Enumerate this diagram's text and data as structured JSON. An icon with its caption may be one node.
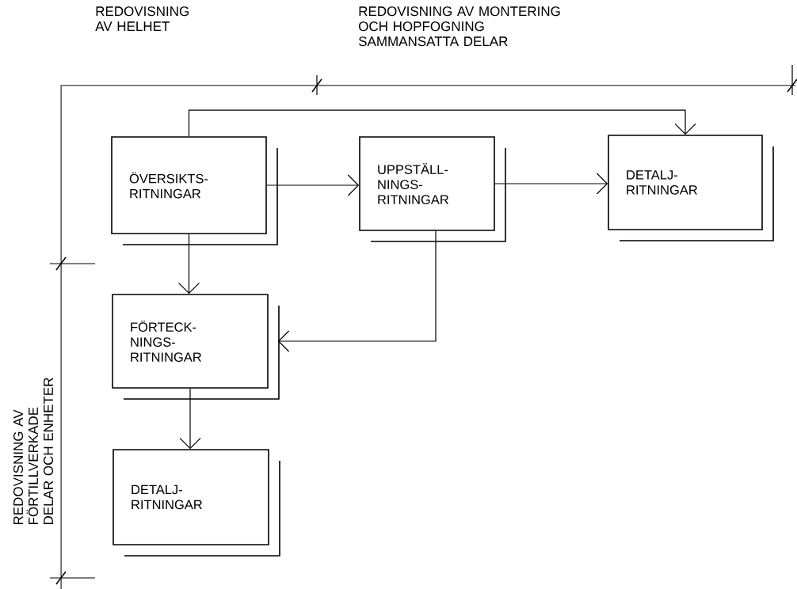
{
  "diagram": {
    "nodes": [
      {
        "text": [
          "ÖVERSIKTS- RITNINGAR"
        ]
      },
      {
        "text": [
          "UPPSTÄLL- NINGS- RITNINGAR"
        ]
      },
      {
        "text": [
          "DETALJ- RITNINGAR"
        ]
      },
      {
        "text": [
          "FÖRTECK- NINGS- RITNINGAR"
        ]
      },
      {
        "text": [
          "DETALJ- RITNINGAR"
        ]
      }
    ],
    "edges": [
      {
        "from": 0,
        "to": 1,
        "arrow": "to"
      },
      {
        "from": 1,
        "to": 2,
        "arrow": "to"
      },
      {
        "from": 0,
        "to": 2,
        "arrow": "to"
      },
      {
        "from": 0,
        "to": 3,
        "arrow": "to"
      },
      {
        "from": 1,
        "to": 3,
        "arrow": "to"
      },
      {
        "from": 3,
        "to": 4,
        "arrow": "to"
      }
    ],
    "labels": [
      "REDOVISNING AV HELHET",
      "REDOVISNING AV MONTERING OCH HOPFOGNING SAMMANSATTA DELAR",
      "REDOVISNING AV FÖRTILLVERKADE DELAR OCH ENHETER"
    ]
  }
}
